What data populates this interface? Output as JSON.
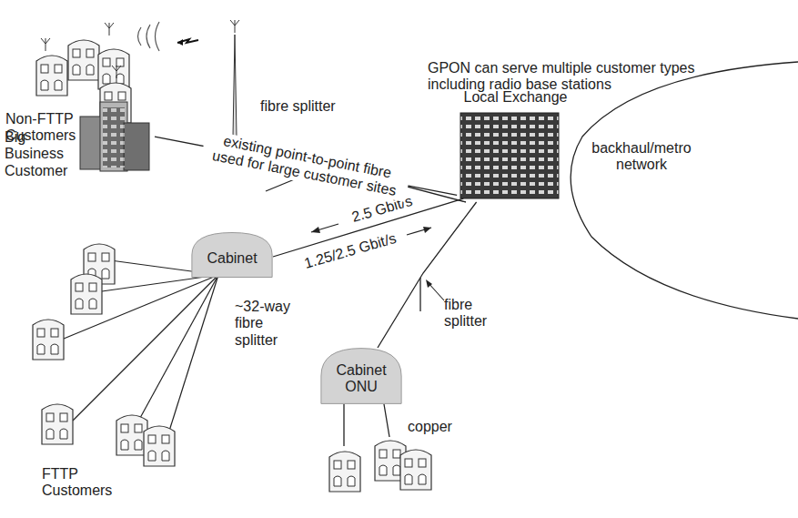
{
  "diagram": {
    "nodes": [
      {
        "text": [
          "Big Business Customer"
        ]
      },
      {
        "text": [
          "Local Exchange"
        ]
      },
      {
        "text": [
          "backhaul/metro network"
        ]
      },
      {
        "text": [
          "Cabinet"
        ]
      },
      {
        "text": [
          "Cabinet ONU"
        ]
      }
    ],
    "edges": [
      {
        "from": 0,
        "to": 1,
        "arrow": "none",
        "label": "existing point-to-point fibre used for large customer sites"
      },
      {
        "from": 3,
        "to": 1,
        "arrow": "none"
      },
      {
        "from": 4,
        "to": 1,
        "arrow": "none"
      }
    ],
    "labels": [
      "GPON can serve multiple customer types including radio base stations",
      "Non-FTTP Customers",
      "fibre splitter",
      "2.5 Gbit/s",
      "1.25/2.5 Gbit/s",
      "~32-way fibre splitter",
      "fibre splitter",
      "copper",
      "FTTP Customers"
    ]
  }
}
